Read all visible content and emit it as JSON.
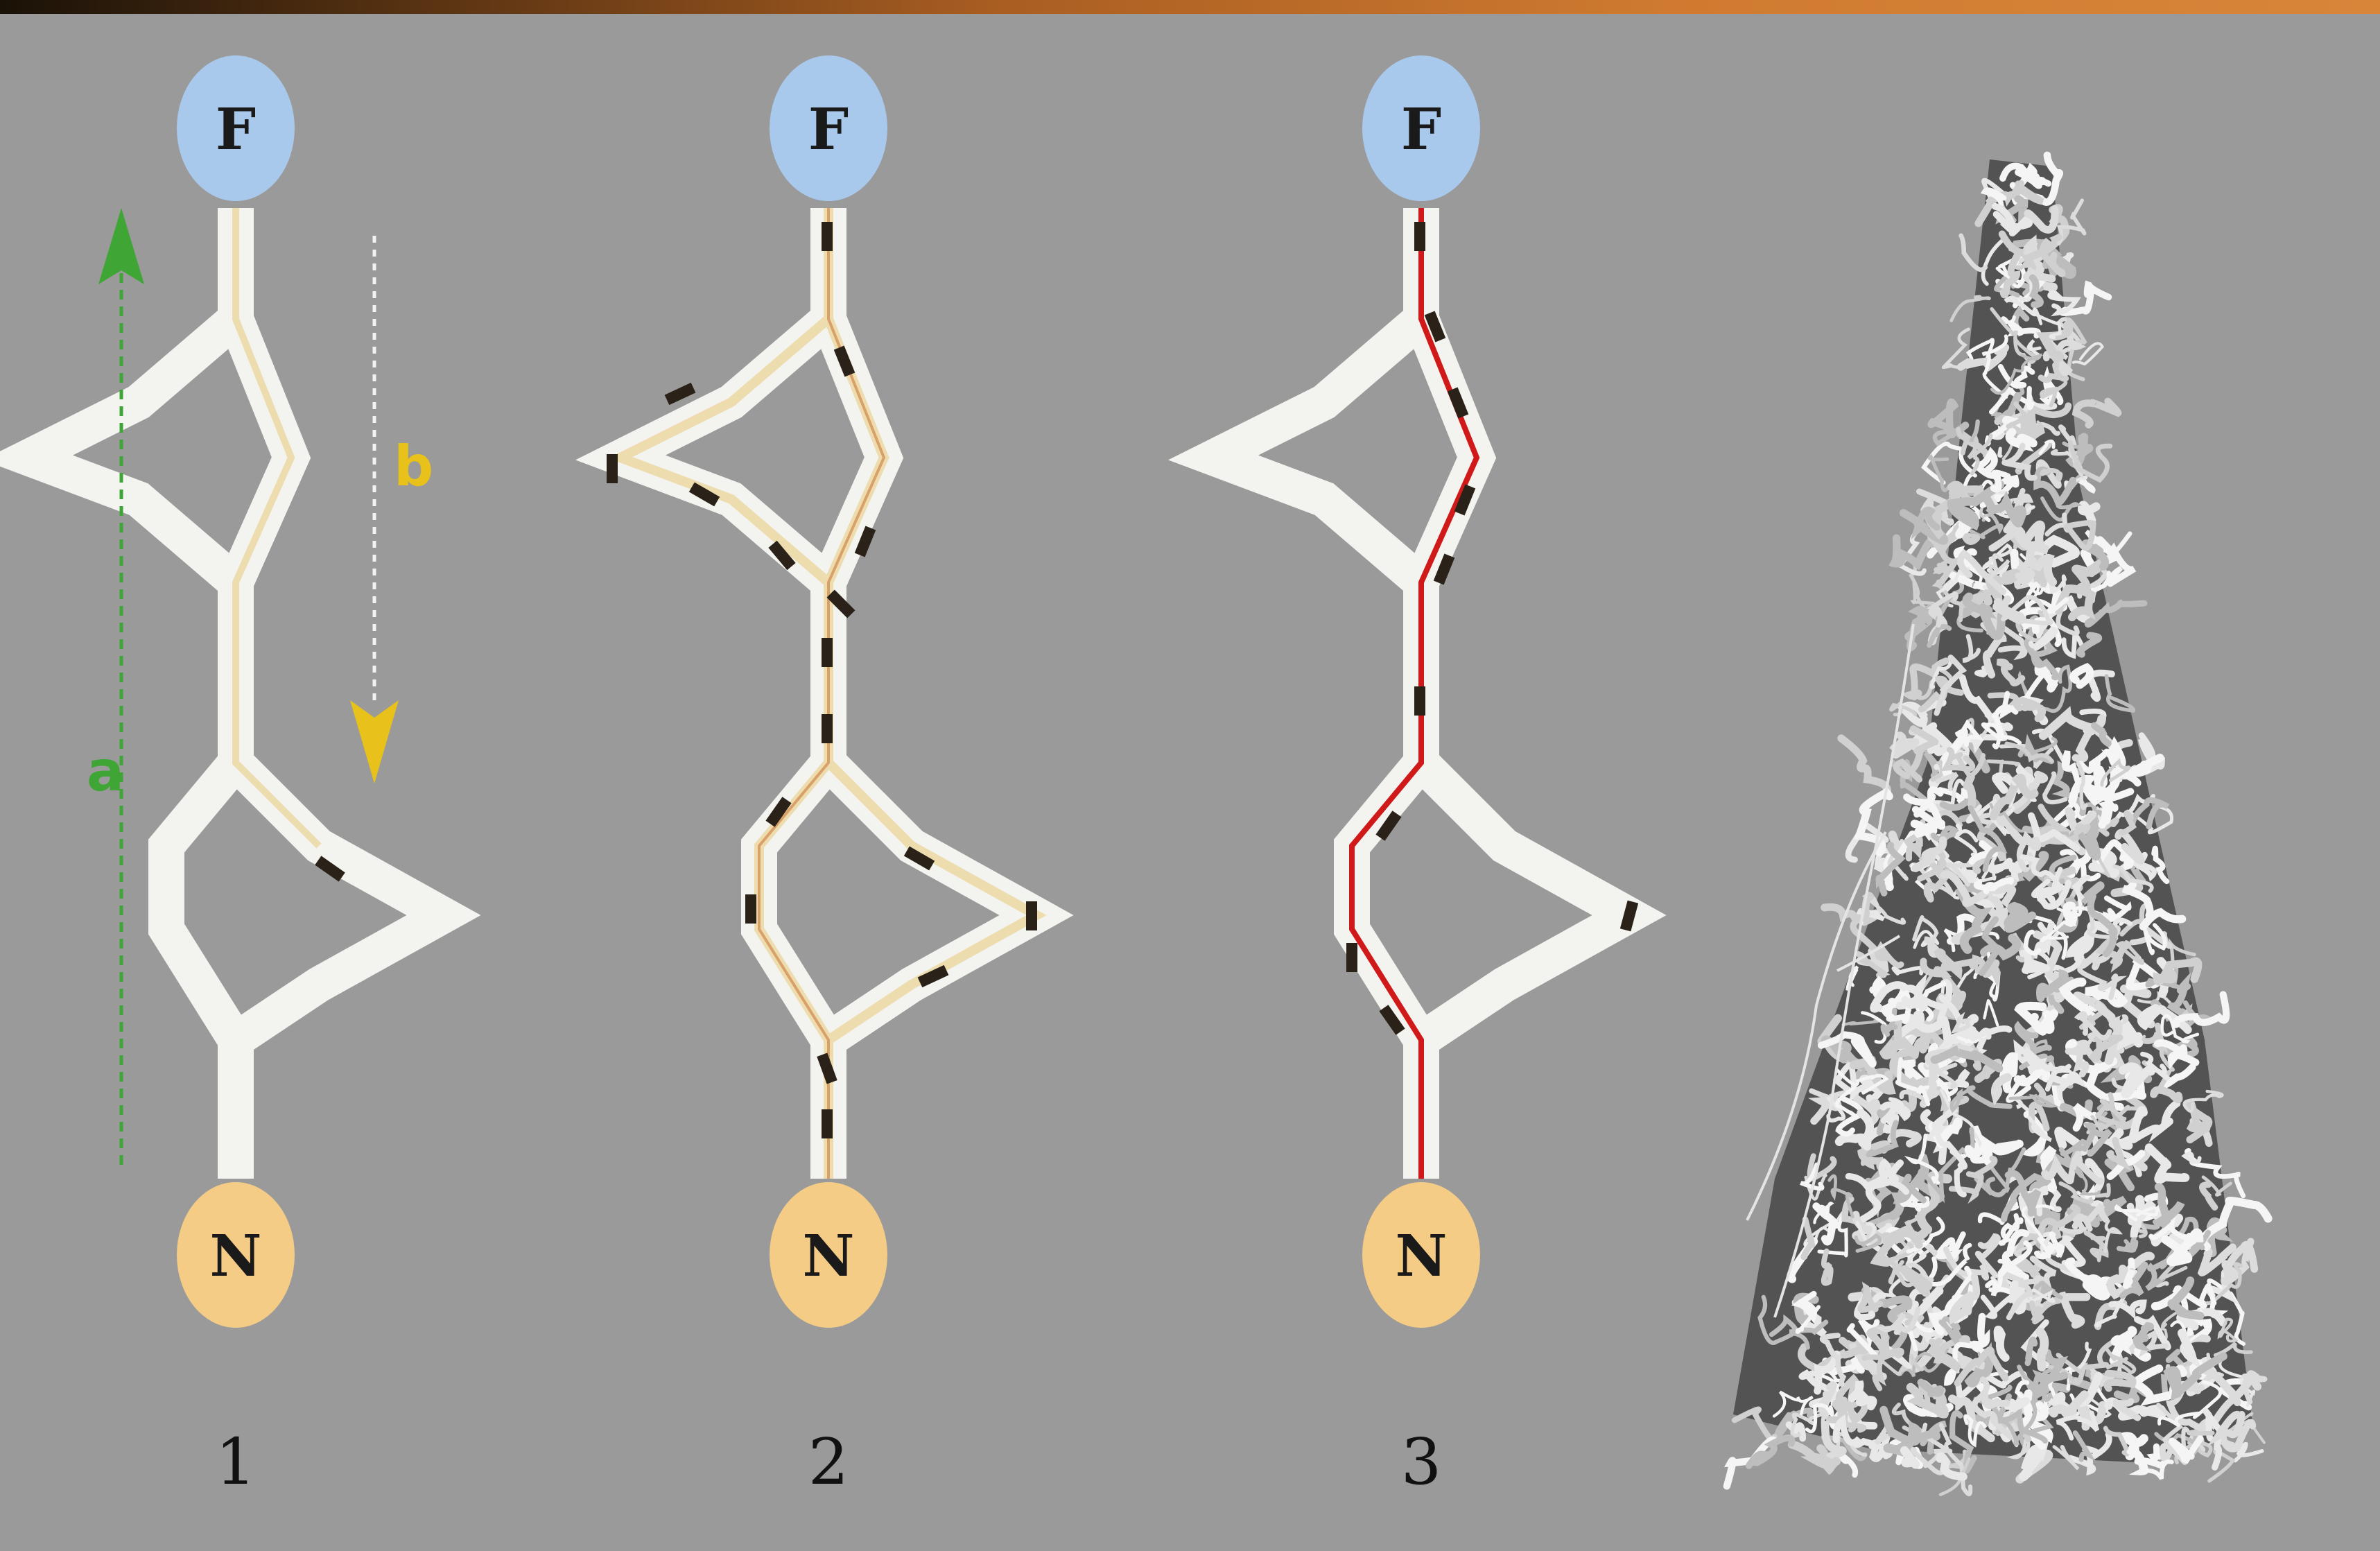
{
  "colors": {
    "background": "#9a9a9a",
    "node_f": "#a9c9ec",
    "node_n": "#f4cc85",
    "vessel": "#f3f3f0",
    "flow_line": "#eddcae",
    "flow_line_2": "#d9a06a",
    "flow_line_3": "#d01a1a",
    "cell": "#2a2218",
    "arrow_a": "#3fa535",
    "arrow_b": "#e8c21a"
  },
  "panels": [
    {
      "label": "1",
      "top_node": "F",
      "bottom_node": "N",
      "arrow_a_label": "a",
      "arrow_b_label": "b"
    },
    {
      "label": "2",
      "top_node": "F",
      "bottom_node": "N"
    },
    {
      "label": "3",
      "top_node": "F",
      "bottom_node": "N"
    }
  ],
  "vascular_network": {
    "icon": "3d-vessel-render"
  }
}
